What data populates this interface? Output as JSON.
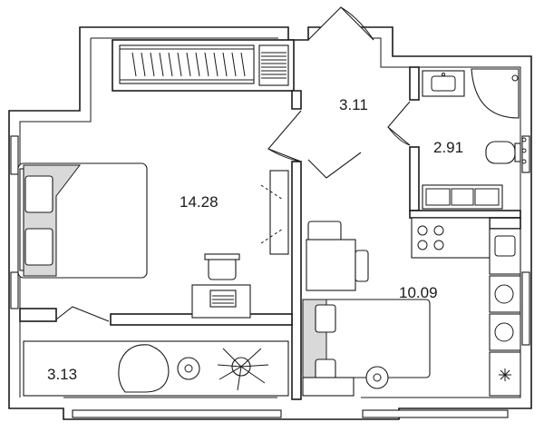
{
  "rooms": [
    {
      "id": "corridor",
      "area": "3.11"
    },
    {
      "id": "bathroom",
      "area": "2.91"
    },
    {
      "id": "bedroom",
      "area": "14.28"
    },
    {
      "id": "kitchen-living",
      "area": "10.09"
    },
    {
      "id": "balcony",
      "area": "3.13"
    }
  ],
  "colors": {
    "line": "#1a1a1a",
    "fill_accent": "#d9d9d9",
    "background": "#ffffff"
  }
}
